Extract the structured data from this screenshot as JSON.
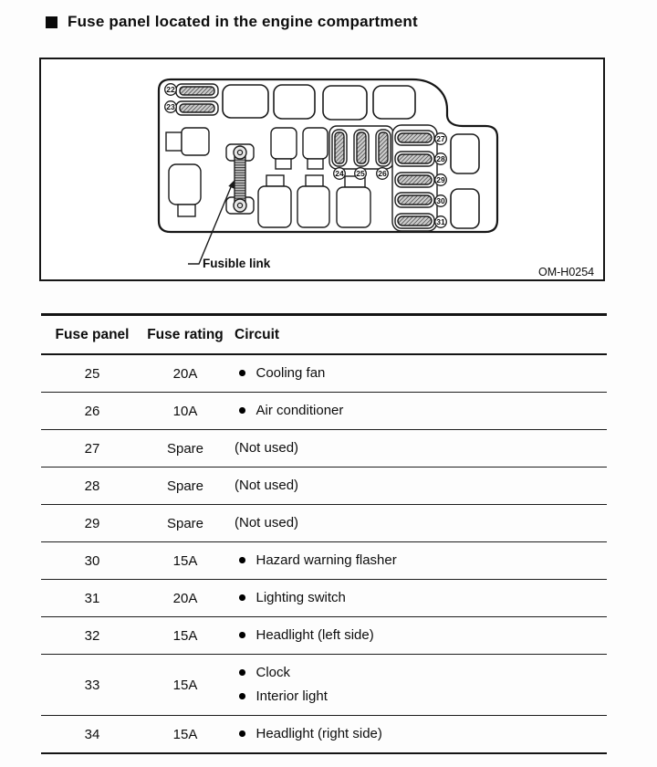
{
  "page": {
    "title": "Fuse panel located in the engine compartment"
  },
  "diagram": {
    "figure_code": "OM-H0254",
    "fusible_link_label": "Fusible link",
    "callouts": [
      "22",
      "23",
      "24",
      "25",
      "26",
      "27",
      "28",
      "29",
      "30",
      "31"
    ]
  },
  "table": {
    "headers": {
      "panel": "Fuse panel",
      "rating": "Fuse rating",
      "circuit": "Circuit"
    },
    "rows": [
      {
        "panel": "25",
        "rating": "20A",
        "circuits": [
          "Cooling fan"
        ]
      },
      {
        "panel": "26",
        "rating": "10A",
        "circuits": [
          "Air conditioner"
        ]
      },
      {
        "panel": "27",
        "rating": "Spare",
        "circuits": [
          "(Not used)"
        ]
      },
      {
        "panel": "28",
        "rating": "Spare",
        "circuits": [
          "(Not used)"
        ]
      },
      {
        "panel": "29",
        "rating": "Spare",
        "circuits": [
          "(Not used)"
        ]
      },
      {
        "panel": "30",
        "rating": "15A",
        "circuits": [
          "Hazard warning flasher"
        ]
      },
      {
        "panel": "31",
        "rating": "20A",
        "circuits": [
          "Lighting switch"
        ]
      },
      {
        "panel": "32",
        "rating": "15A",
        "circuits": [
          "Headlight (left side)"
        ]
      },
      {
        "panel": "33",
        "rating": "15A",
        "circuits": [
          "Clock",
          "Interior light"
        ]
      },
      {
        "panel": "34",
        "rating": "15A",
        "circuits": [
          "Headlight (right side)"
        ]
      }
    ]
  }
}
